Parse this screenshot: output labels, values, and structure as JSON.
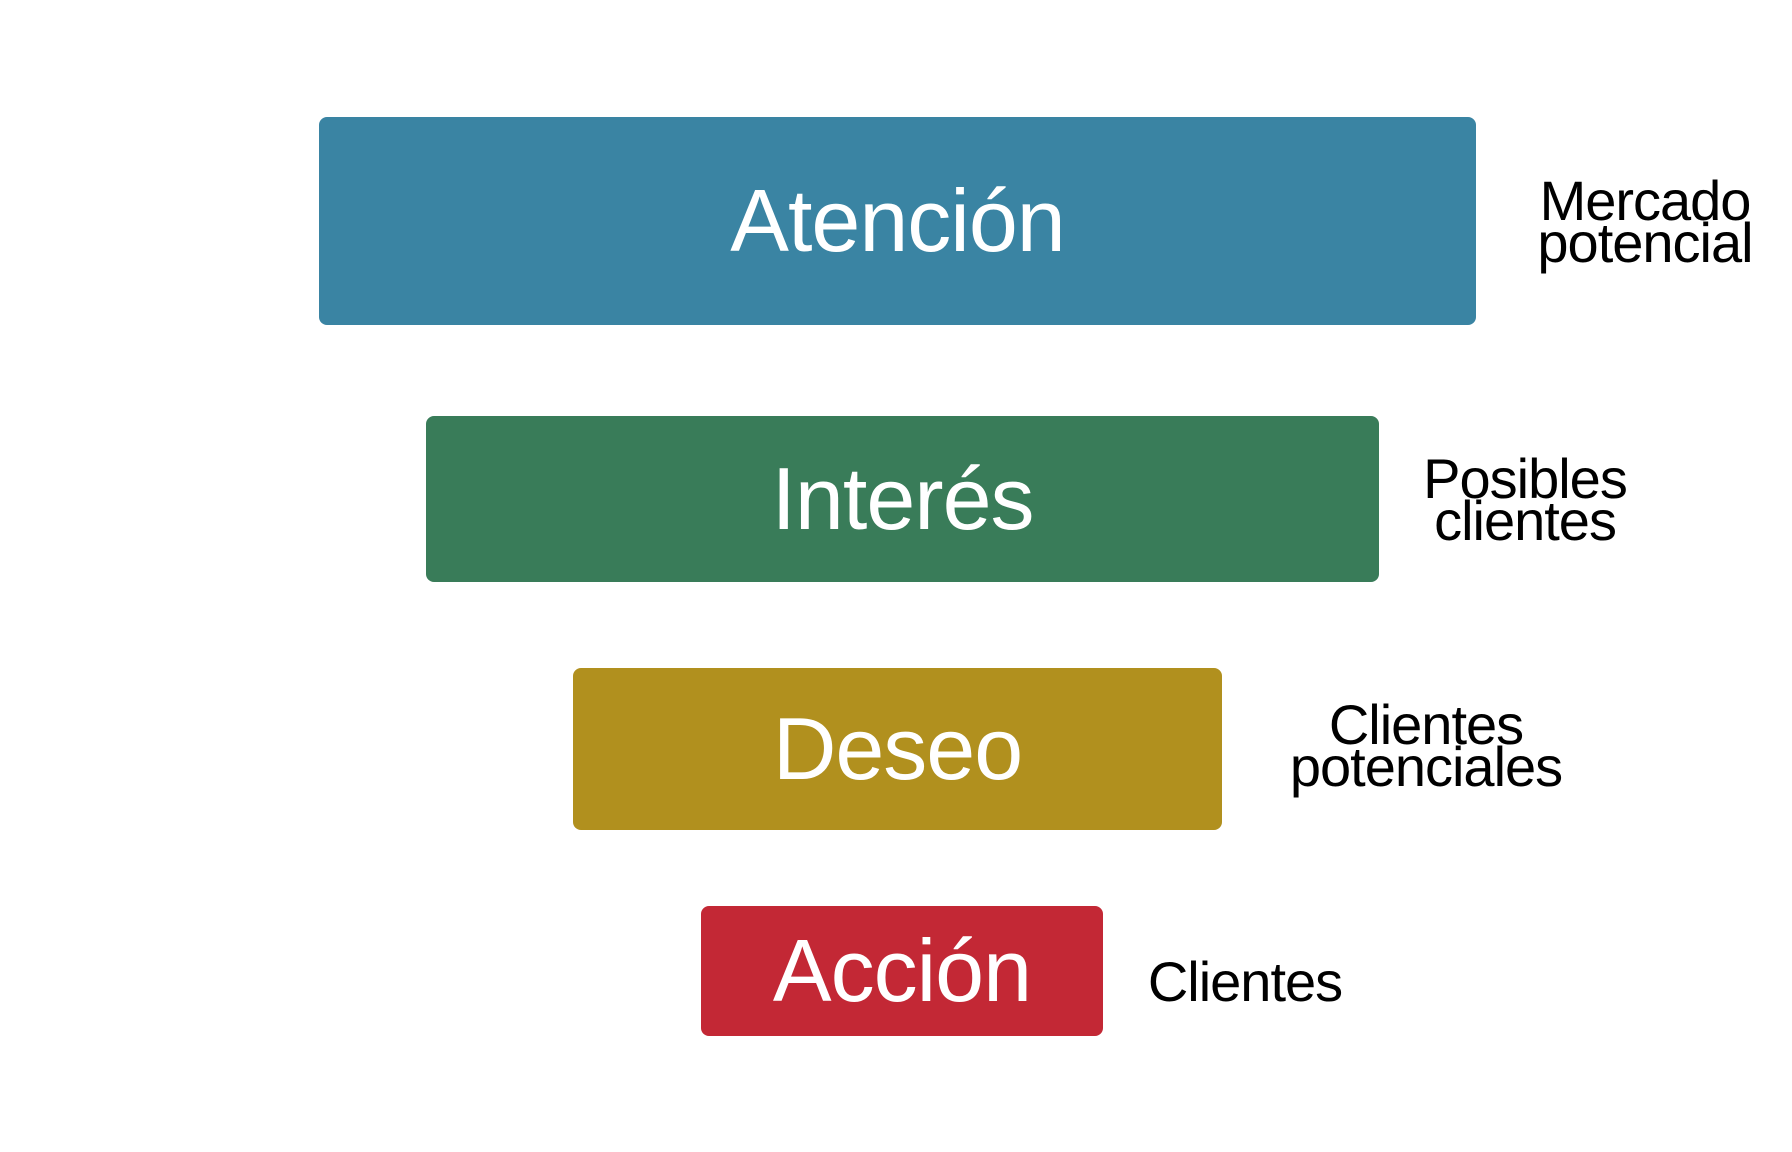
{
  "stages": [
    {
      "label": "Atención",
      "color": "#3a84a3",
      "note": [
        "Mercado",
        "potencial"
      ]
    },
    {
      "label": "Interés",
      "color": "#397c59",
      "note": [
        "Posibles",
        "clientes"
      ]
    },
    {
      "label": "Deseo",
      "color": "#b1901e",
      "note": [
        "Clientes",
        "potenciales"
      ]
    },
    {
      "label": "Acción",
      "color": "#c32835",
      "note": [
        "Clientes"
      ]
    }
  ]
}
